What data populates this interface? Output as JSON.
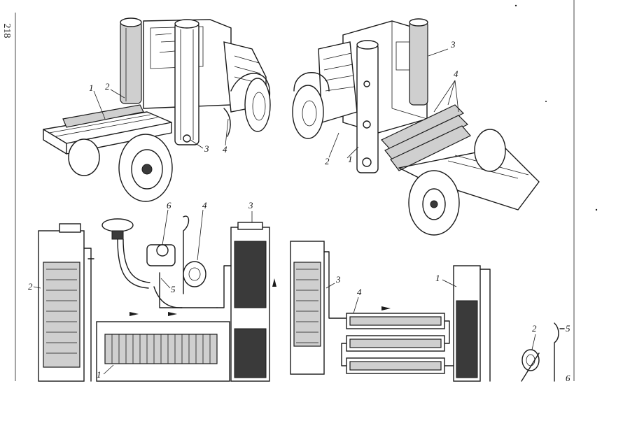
{
  "page": {
    "number": "218"
  },
  "top_left_truck": {
    "labels": [
      {
        "id": "tl-1",
        "text": "1"
      },
      {
        "id": "tl-2",
        "text": "2"
      },
      {
        "id": "tl-3",
        "text": "3"
      },
      {
        "id": "tl-4",
        "text": "4"
      }
    ]
  },
  "top_right_truck": {
    "labels": [
      {
        "id": "tr-1",
        "text": "1"
      },
      {
        "id": "tr-2",
        "text": "2"
      },
      {
        "id": "tr-3",
        "text": "3"
      },
      {
        "id": "tr-4",
        "text": "4"
      }
    ]
  },
  "bottom_left_scheme": {
    "labels": [
      {
        "id": "bl-1",
        "text": "1"
      },
      {
        "id": "bl-2",
        "text": "2"
      },
      {
        "id": "bl-3",
        "text": "3"
      },
      {
        "id": "bl-4",
        "text": "4"
      },
      {
        "id": "bl-5",
        "text": "5"
      },
      {
        "id": "bl-6",
        "text": "6"
      }
    ]
  },
  "bottom_right_scheme": {
    "labels": [
      {
        "id": "br-1",
        "text": "1"
      },
      {
        "id": "br-3",
        "text": "3"
      },
      {
        "id": "br-4",
        "text": "4"
      }
    ]
  },
  "detail_fragment": {
    "labels": [
      {
        "id": "df-2",
        "text": "2"
      },
      {
        "id": "df-5",
        "text": "5"
      },
      {
        "id": "df-6",
        "text": "6"
      }
    ]
  }
}
